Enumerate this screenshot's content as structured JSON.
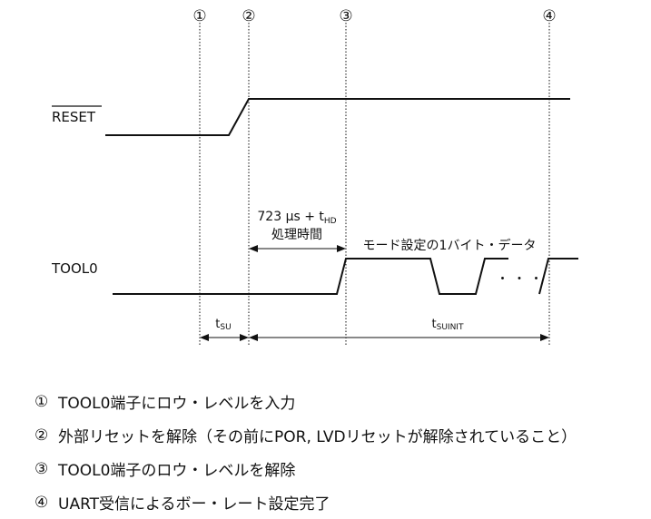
{
  "markers": [
    "①",
    "②",
    "③",
    "④"
  ],
  "signals": {
    "reset_label": "RESET",
    "tool0_label": "TOOL0"
  },
  "timing": {
    "hold_line1": "723 μs + t",
    "hold_sub": "HD",
    "hold_line2": "処理時間",
    "mode_label": "モード設定の1バイト・データ",
    "ellipsis": "・ ・ ・",
    "tsu_main": "t",
    "tsu_sub": "SU",
    "tsuinit_main": "t",
    "tsuinit_sub": "SUINIT"
  },
  "legend": [
    {
      "num": "①",
      "text": "TOOL0端子にロウ・レベルを入力"
    },
    {
      "num": "②",
      "text": "外部リセットを解除（その前にPOR, LVDリセットが解除されていること）"
    },
    {
      "num": "③",
      "text": "TOOL0端子のロウ・レベルを解除"
    },
    {
      "num": "④",
      "text": "UART受信によるボー・レート設定完了"
    }
  ]
}
